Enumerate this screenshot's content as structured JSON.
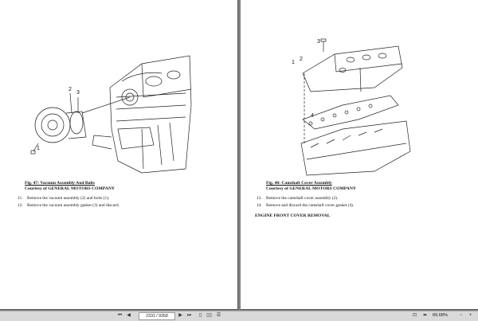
{
  "left_page": {
    "figure_labels": [
      "1",
      "2",
      "3"
    ],
    "caption_title": "Fig. 47: Vacuum Assembly And Bolts",
    "caption_credit": "Courtesy of GENERAL MOTORS COMPANY",
    "steps": [
      {
        "num": "11.",
        "text": "Remove the vacuum assembly (2) and bolts (1)."
      },
      {
        "num": "12.",
        "text": "Remove the vacuum assembly gasket (3) and discard."
      }
    ]
  },
  "right_page": {
    "figure_labels": [
      "1",
      "2",
      "3",
      "4"
    ],
    "caption_title": "Fig. 48: Camshaft Cover Assembly",
    "caption_credit": "Courtesy of GENERAL MOTORS COMPANY",
    "steps": [
      {
        "num": "13.",
        "text": "Remove the camshaft cover assembly (2)."
      },
      {
        "num": "14.",
        "text": "Remove and discard the camshaft cover gasket (4)."
      }
    ],
    "section_heading": "ENGINE FRONT COVER REMOVAL"
  },
  "statusbar": {
    "page_indicator": "2331 / 9358",
    "zoom": "89.68%"
  }
}
